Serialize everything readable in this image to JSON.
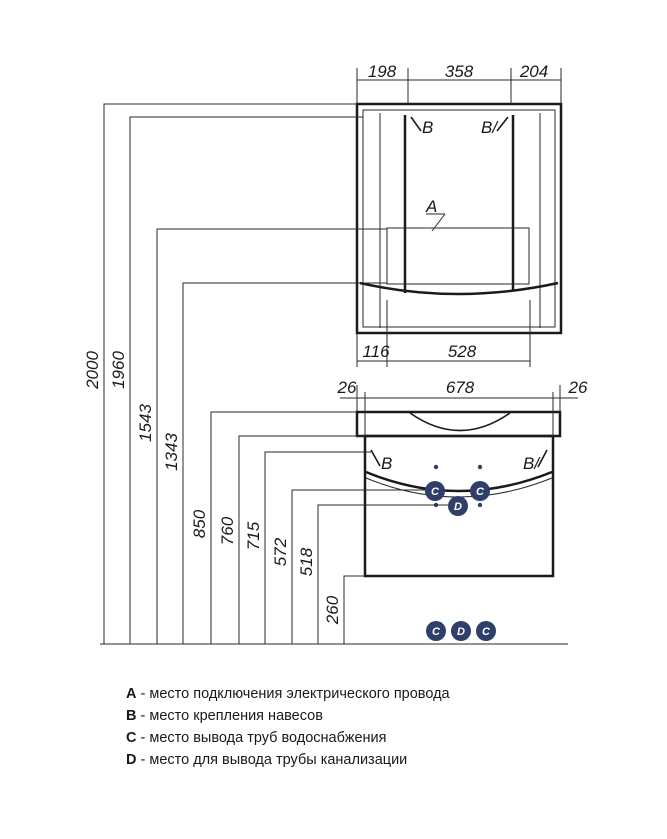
{
  "mirror_cabinet": {
    "top_dimensions": [
      "198",
      "358",
      "204"
    ],
    "bottom_dimensions": [
      "116",
      "528"
    ],
    "markers": {
      "hook_left": "B",
      "hook_right": "B/",
      "electric": "A"
    }
  },
  "vanity": {
    "top_dimensions": [
      "26",
      "678",
      "26"
    ],
    "markers": {
      "hook_left": "B",
      "hook_right": "B/",
      "water": "C",
      "drain": "D"
    }
  },
  "height_dimensions": [
    "2000",
    "1960",
    "1543",
    "1343",
    "850",
    "760",
    "715",
    "572",
    "518",
    "260"
  ],
  "floor_markers": [
    "C",
    "D",
    "C"
  ],
  "legend": [
    {
      "letter": "A",
      "text": " - место подключения электрического провода"
    },
    {
      "letter": "B",
      "text": " - место крепления навесов"
    },
    {
      "letter": "C",
      "text": " - место вывода труб водоснабжения"
    },
    {
      "letter": "D",
      "text": " - место для вывода трубы канализации"
    }
  ]
}
